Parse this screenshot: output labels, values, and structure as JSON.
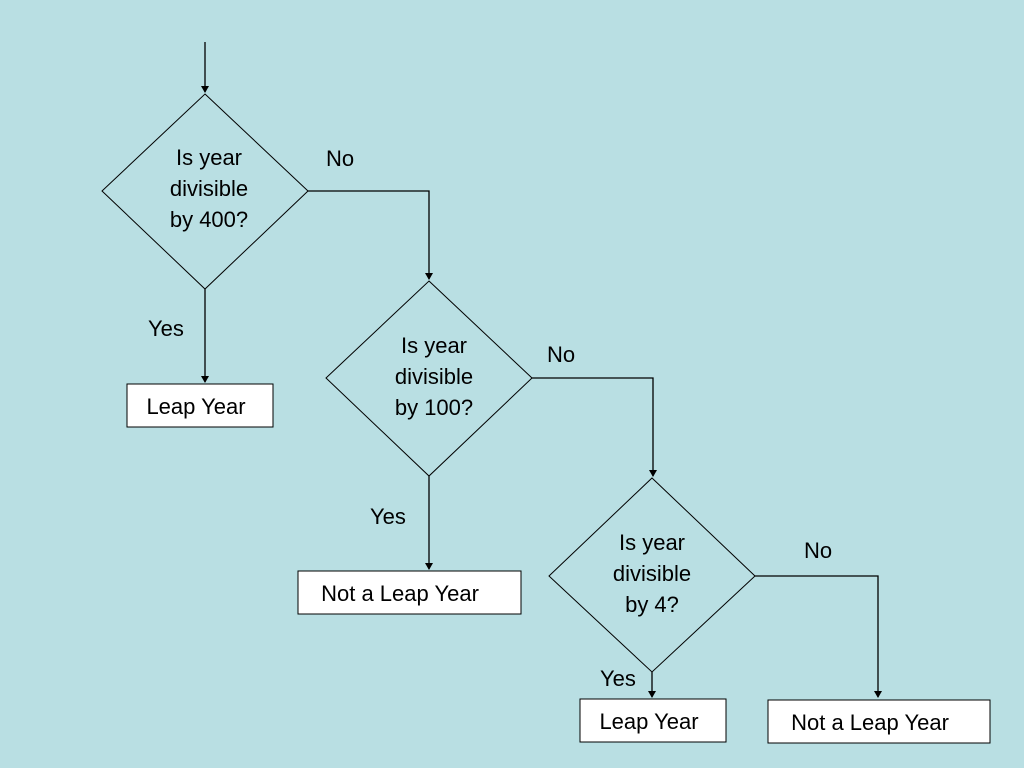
{
  "decisions": [
    {
      "lines": [
        "Is year",
        "divisible",
        "by 400?"
      ]
    },
    {
      "lines": [
        "Is year",
        "divisible",
        "by 100?"
      ]
    },
    {
      "lines": [
        "Is year",
        "divisible",
        "by 4?"
      ]
    }
  ],
  "outcomes": [
    "Leap Year",
    "Not a Leap Year",
    "Leap Year",
    "Not a Leap Year"
  ],
  "branch_labels": {
    "yes": "Yes",
    "no": "No"
  },
  "colors": {
    "background": "#b9dfe3",
    "stroke": "#000000",
    "box_fill": "#ffffff"
  }
}
